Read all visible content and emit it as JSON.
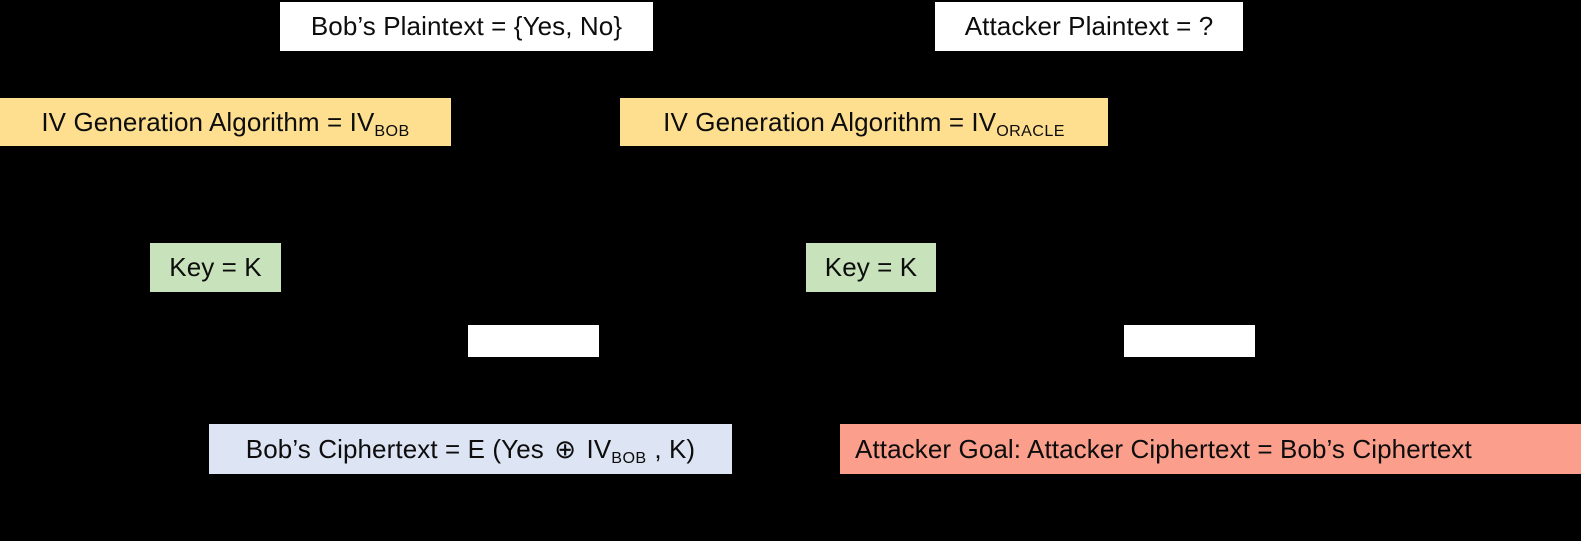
{
  "diagram": {
    "background_color": "#000000",
    "boxes": {
      "bob_plaintext": {
        "text": "Bob’s Plaintext = {Yes, No}",
        "color": "#ffffff"
      },
      "attacker_plaintext": {
        "text": "Attacker Plaintext = ?",
        "color": "#ffffff"
      },
      "bob_iv": {
        "prefix": "IV Generation Algorithm = IV",
        "subscript": "BOB",
        "color": "#fddf8f"
      },
      "oracle_iv": {
        "prefix": "IV Generation Algorithm = IV",
        "subscript": "ORACLE",
        "color": "#fddf8f"
      },
      "bob_key": {
        "text": "Key = K",
        "color": "#c8e3bb"
      },
      "attacker_key": {
        "text": "Key = K",
        "color": "#c8e3bb"
      },
      "bob_blank": {
        "text": "",
        "color": "#ffffff"
      },
      "attacker_blank": {
        "text": "",
        "color": "#ffffff"
      },
      "bob_ciphertext": {
        "prefix": "Bob’s Ciphertext = E (Yes",
        "operator": "⊕",
        "middle": "IV",
        "subscript": "BOB",
        "suffix": ", K)",
        "color": "#dde4f3"
      },
      "attacker_goal": {
        "text": "Attacker Goal: Attacker Ciphertext = Bob’s Ciphertext",
        "color": "#fb9e8b"
      }
    }
  }
}
